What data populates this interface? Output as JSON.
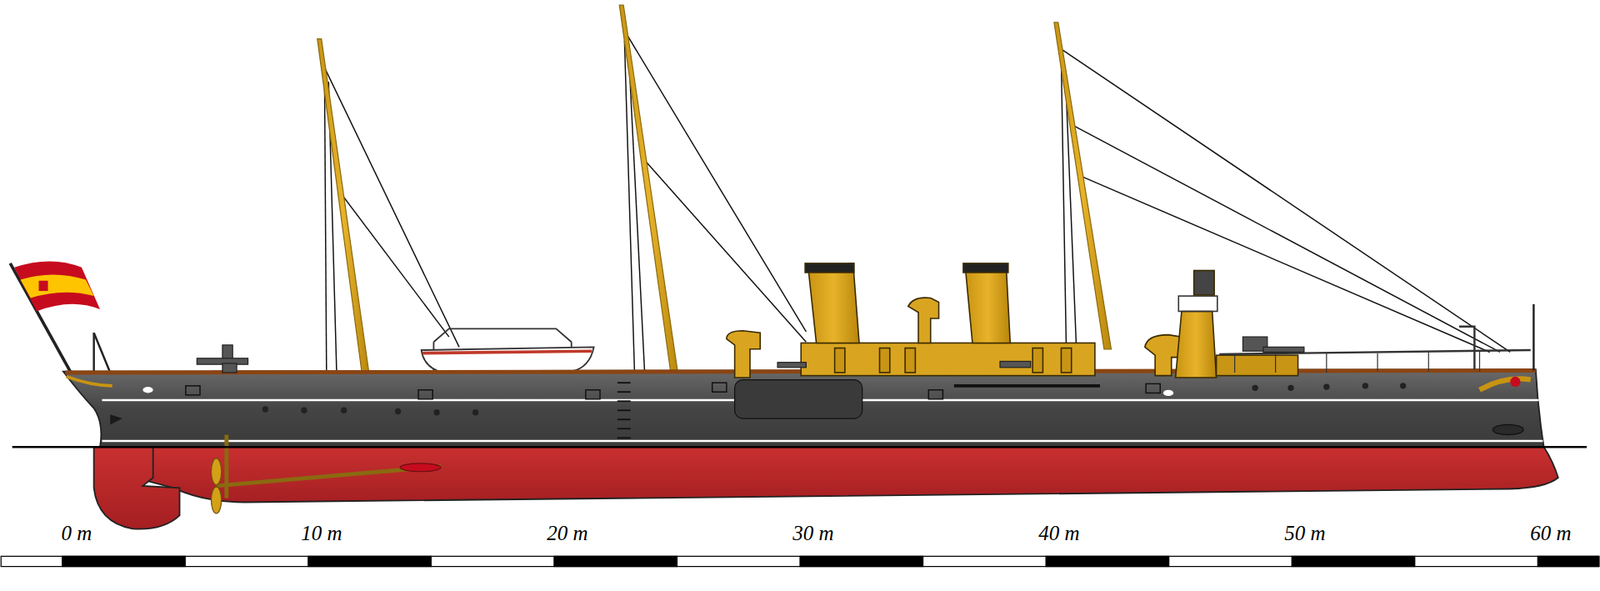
{
  "diagram": {
    "labels": [
      "0 m",
      "10 m",
      "20 m",
      "30 m",
      "40 m",
      "50 m",
      "60 m"
    ]
  }
}
